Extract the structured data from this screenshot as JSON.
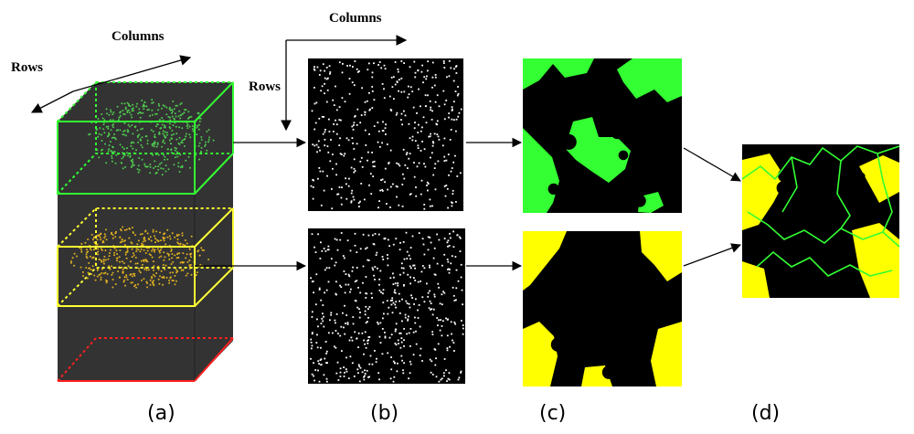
{
  "axis_labels": {
    "columns_a": "Columns",
    "rows_a": "Rows",
    "columns_b": "Columns",
    "rows_b": "Rows"
  },
  "captions": [
    "(a)",
    "(b)",
    "(c)",
    "(d)"
  ],
  "colors": {
    "green": "#33ff33",
    "yellow": "#ffff00",
    "red": "#ff2020",
    "volume_bg": "#333333",
    "green_points": "#4ec94e",
    "yellow_points": "#e0b020"
  },
  "panels": {
    "a": "3D volume with green, yellow and red slabs",
    "b": "binary point images",
    "c": "filled region maps",
    "d": "merged map"
  }
}
